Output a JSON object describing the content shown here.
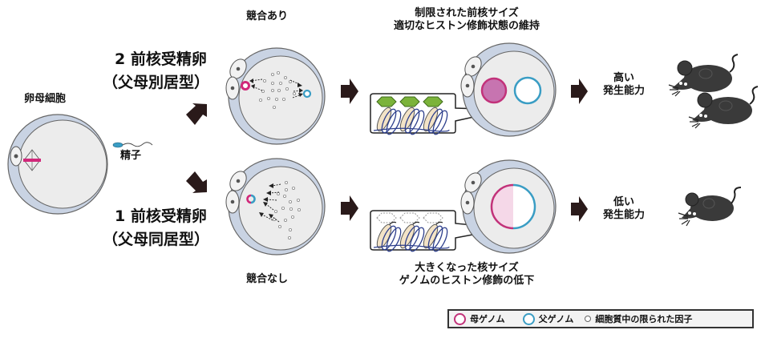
{
  "labels": {
    "oocyte": "卵母細胞",
    "sperm": "精子",
    "two_pn_title": "2 前核受精卵",
    "two_pn_sub": "（父母別居型）",
    "one_pn_title": "1 前核受精卵",
    "one_pn_sub": "（父母同居型）",
    "competition_yes": "競合あり",
    "competition_no": "競合なし",
    "top_result_line1": "制限された前核サイズ",
    "top_result_line2": "適切なヒストン修飾状態の維持",
    "bottom_result_line1": "大きくなった核サイズ",
    "bottom_result_line2": "ゲノムのヒストン修飾の低下",
    "high_line1": "高い",
    "high_line2": "発生能力",
    "low_line1": "低い",
    "low_line2": "発生能力"
  },
  "legend": {
    "maternal": "母ゲノム",
    "paternal": "父ゲノム",
    "factor": "細胞質中の限られた因子"
  },
  "colors": {
    "maternal": "#c2327a",
    "maternal_fill": "#c774b0",
    "paternal": "#3a9dc4",
    "zona": "#c9d3e3",
    "cytoplasm": "#ececec",
    "histone_mark": "#7bb33a",
    "mouse": "#3a3a3a",
    "arrow": "#2a1a1a"
  },
  "icons": [
    "arrow-right-icon",
    "mouse-icon",
    "nucleosome-icon",
    "histone-mark-icon"
  ]
}
